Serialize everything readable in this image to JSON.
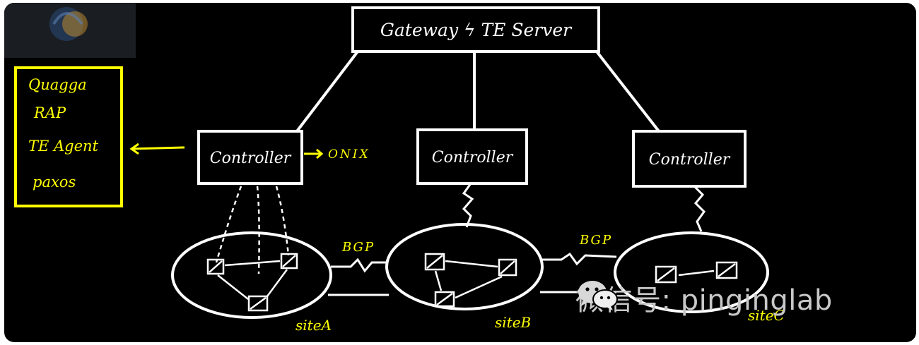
{
  "gateway": {
    "label": "Gateway ϟ TE Server"
  },
  "controllers": [
    {
      "label": "Controller",
      "annotation": "ONIX"
    },
    {
      "label": "Controller"
    },
    {
      "label": "Controller"
    }
  ],
  "components": {
    "items": [
      "Quagga",
      "RAP",
      "TE Agent",
      "paxos"
    ]
  },
  "sites": [
    "siteA",
    "siteB",
    "siteC"
  ],
  "links": {
    "bgp_ab": "BGP",
    "bgp_bc": "BGP"
  },
  "watermark": {
    "text": "微信号: pinginglab",
    "icon": "wechat-icon"
  },
  "logo": {
    "icon": "site-logo-icon"
  },
  "colors": {
    "background": "#000000",
    "ink": "#ffffff",
    "highlight": "#ffff00"
  }
}
